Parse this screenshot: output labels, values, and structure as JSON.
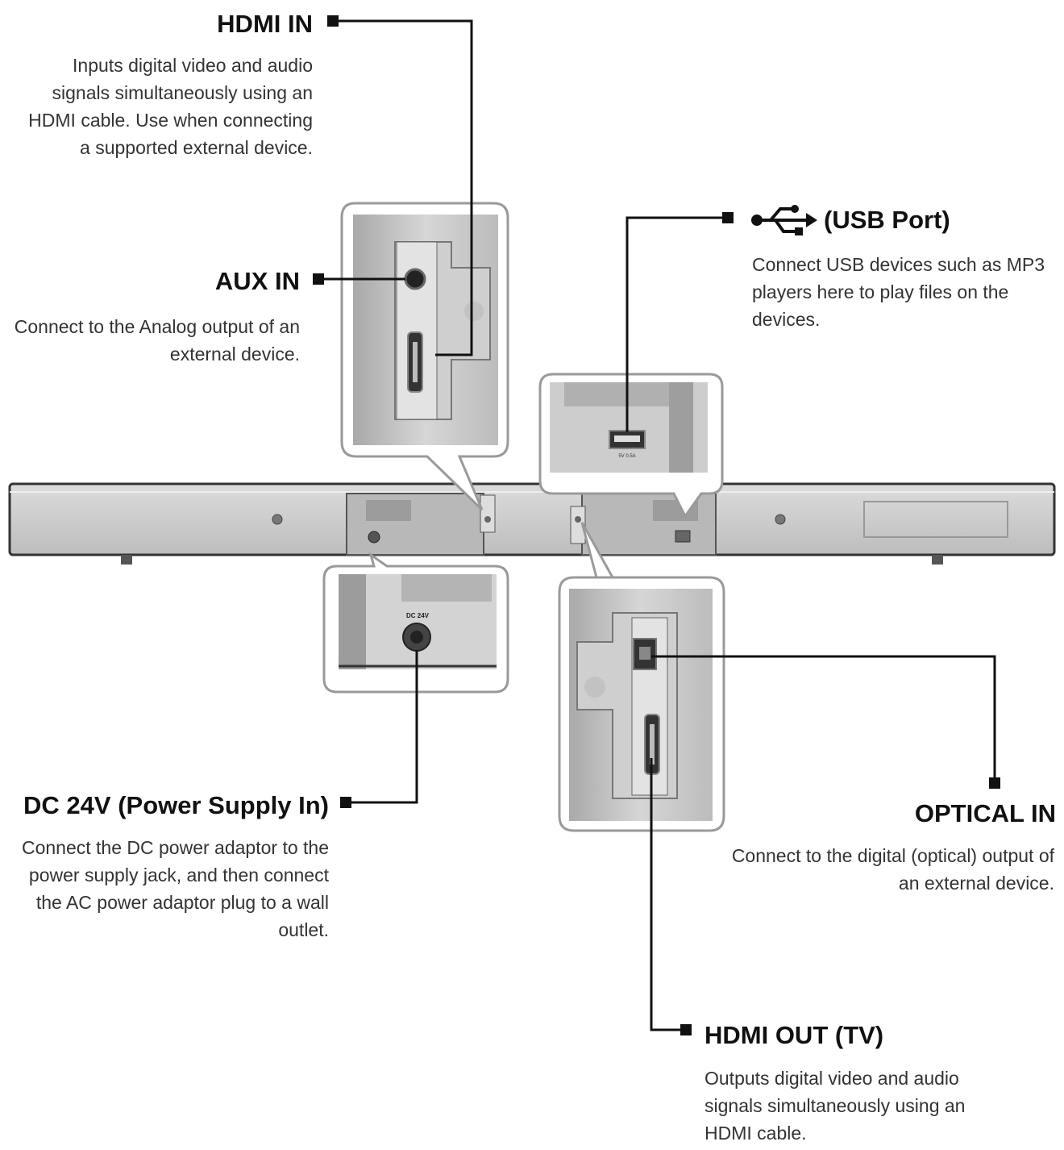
{
  "labels": {
    "hdmi_in": {
      "title": "HDMI IN",
      "description": "Inputs digital video and audio signals simultaneously using an HDMI cable. Use when connecting a supported external device."
    },
    "aux_in": {
      "title": "AUX IN",
      "description": "Connect to the Analog output of an external device."
    },
    "usb_port": {
      "title": "(USB Port)",
      "icon": "usb-icon",
      "description": "Connect USB devices such as MP3 players here to play files on the devices."
    },
    "dc_24v": {
      "title": "DC 24V (Power Supply In)",
      "description": "Connect the DC power adaptor to the power supply jack, and then connect the AC power adaptor plug to a wall outlet."
    },
    "optical_in": {
      "title": "OPTICAL IN",
      "description": "Connect to the digital (optical) output of an external device."
    },
    "hdmi_out": {
      "title": "HDMI OUT (TV)",
      "description": "Outputs digital video and audio signals simultaneously using an HDMI cable."
    }
  },
  "panel_text": {
    "dc_jack": "DC 24V",
    "usb_rating": "5V 0.5A"
  },
  "colors": {
    "device_body": "#cfcfcf",
    "device_dark": "#8a8a8a",
    "leader_line": "#111111",
    "callout_border": "#9a9a9a"
  }
}
